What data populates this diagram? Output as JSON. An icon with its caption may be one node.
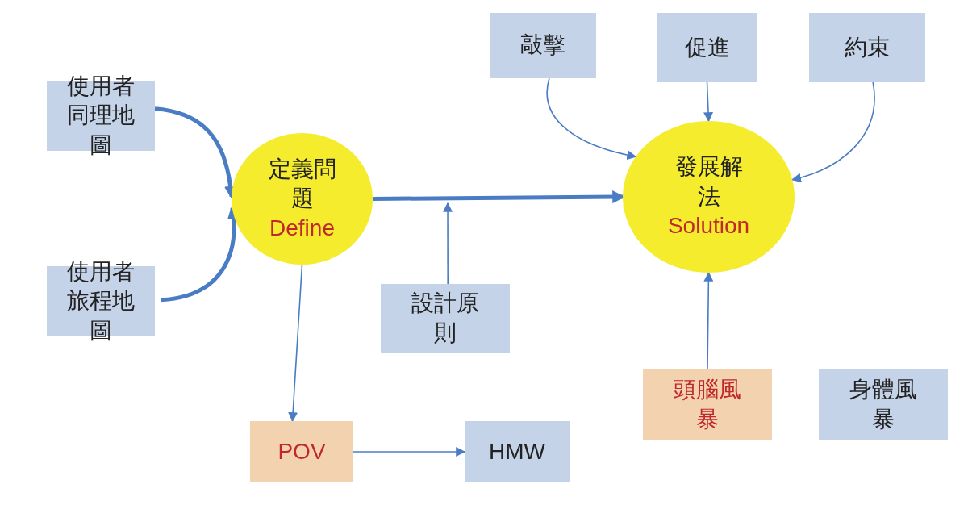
{
  "diagram": {
    "nodes": [
      {
        "text": [
          "使用者同理地圖"
        ]
      },
      {
        "text": [
          "使用者旅程地圖"
        ]
      },
      {
        "text": [
          "定義問題",
          "Define"
        ]
      },
      {
        "text": [
          "設計原則"
        ]
      },
      {
        "text": [
          "POV"
        ]
      },
      {
        "text": [
          "HMW"
        ]
      },
      {
        "text": [
          "敲擊"
        ]
      },
      {
        "text": [
          "促進"
        ]
      },
      {
        "text": [
          "約束"
        ]
      },
      {
        "text": [
          "發展解法",
          "Solution"
        ]
      },
      {
        "text": [
          "頭腦風暴"
        ]
      },
      {
        "text": [
          "身體風暴"
        ]
      }
    ],
    "edges": [
      {
        "from": 0,
        "to": 2,
        "arrow": "to",
        "style": "thick"
      },
      {
        "from": 1,
        "to": 2,
        "arrow": "to",
        "style": "thick"
      },
      {
        "from": 2,
        "to": 9,
        "arrow": "to",
        "style": "thick"
      },
      {
        "from": 3,
        "to": null,
        "arrow": "to"
      },
      {
        "from": 2,
        "to": 4,
        "arrow": "to"
      },
      {
        "from": 4,
        "to": 5,
        "arrow": "to"
      },
      {
        "from": 6,
        "to": 9,
        "arrow": "to"
      },
      {
        "from": 7,
        "to": 9,
        "arrow": "to"
      },
      {
        "from": 8,
        "to": 9,
        "arrow": "to"
      },
      {
        "from": 10,
        "to": 9,
        "arrow": "to"
      }
    ]
  }
}
